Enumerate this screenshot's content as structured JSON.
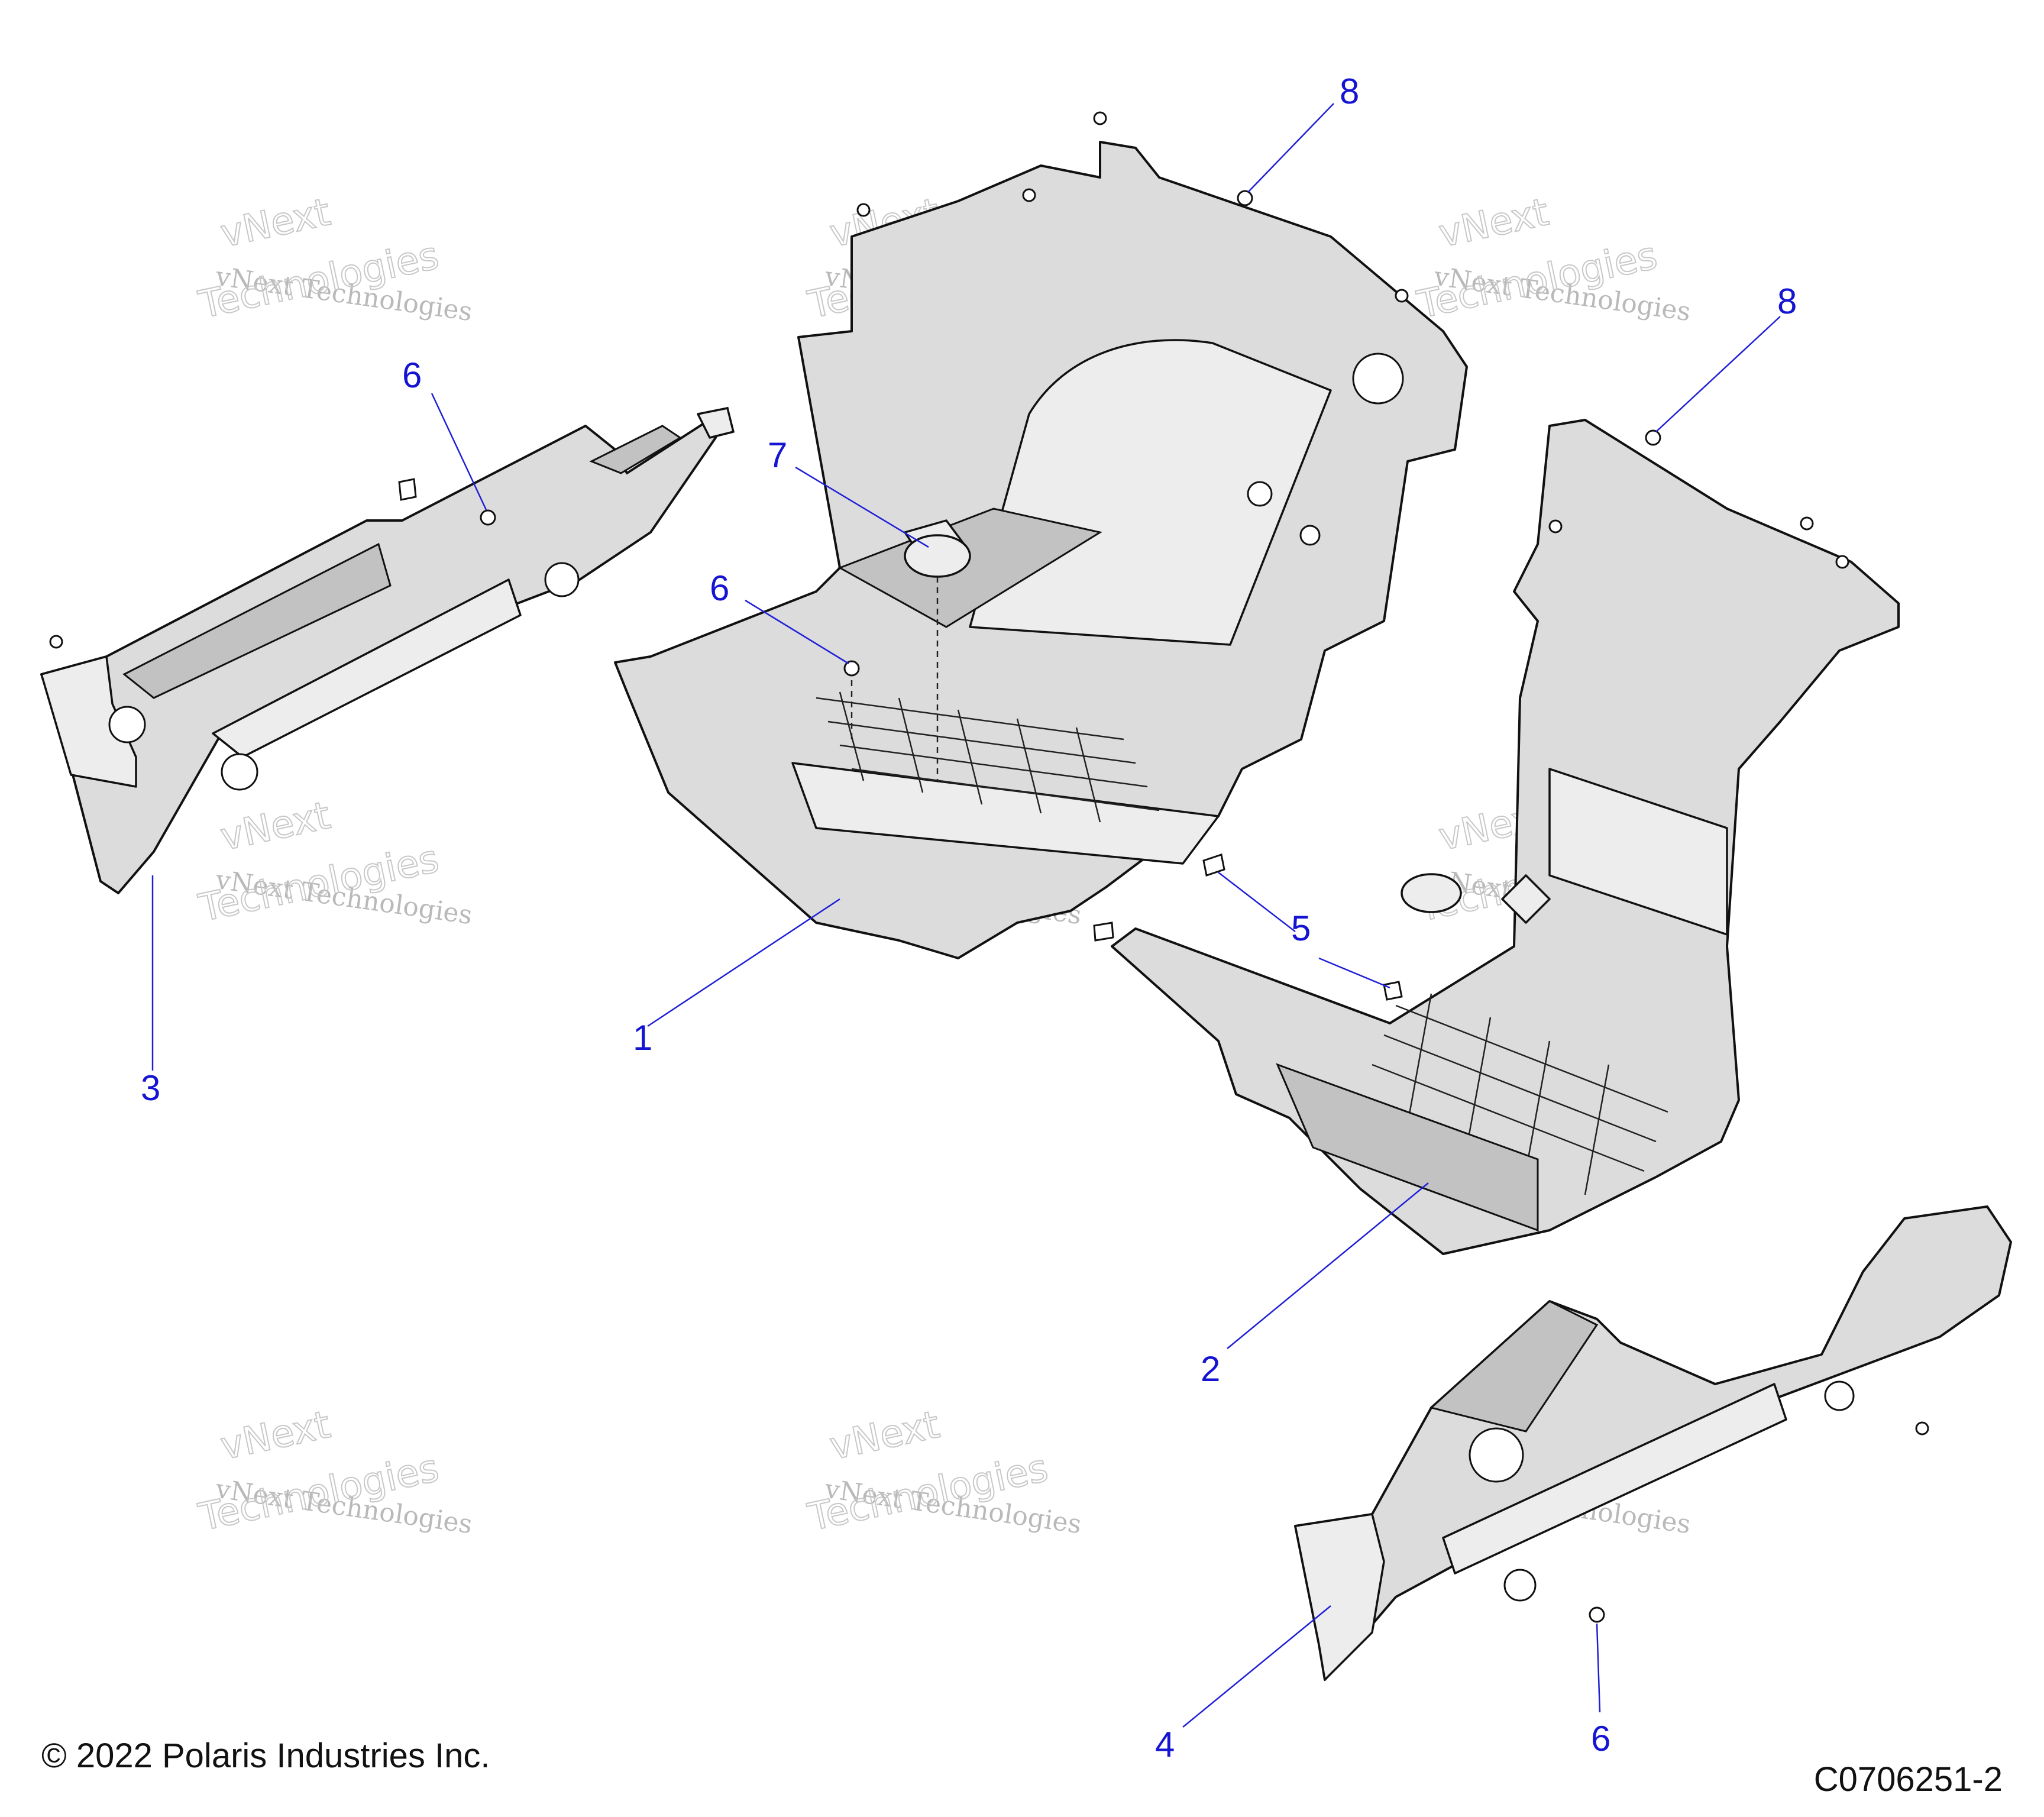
{
  "callouts": [
    {
      "id": "1",
      "label": "1"
    },
    {
      "id": "2",
      "label": "2"
    },
    {
      "id": "3",
      "label": "3"
    },
    {
      "id": "4",
      "label": "4"
    },
    {
      "id": "5",
      "label": "5"
    },
    {
      "id": "6a",
      "label": "6"
    },
    {
      "id": "6b",
      "label": "6"
    },
    {
      "id": "6c",
      "label": "6"
    },
    {
      "id": "7",
      "label": "7"
    },
    {
      "id": "8a",
      "label": "8"
    },
    {
      "id": "8b",
      "label": "8"
    }
  ],
  "watermark": {
    "line1": "vNext",
    "line2": "vNext Technologies",
    "line3": "Technologies"
  },
  "footer": {
    "copyright": "© 2022 Polaris Industries Inc.",
    "figure_code": "C0706251-2"
  },
  "colors": {
    "callout": "#1414d2",
    "part_fill": "#dcdcdc",
    "outline": "#111111"
  }
}
